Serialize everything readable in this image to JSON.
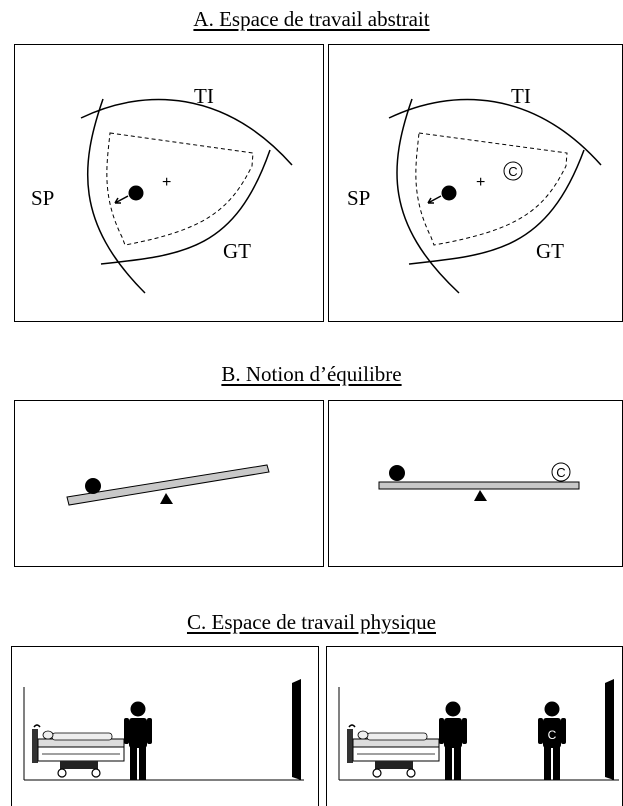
{
  "sections": {
    "a": {
      "title": "A. Espace de travail abstrait"
    },
    "b": {
      "title": "B. Notion d’équilibre"
    },
    "c": {
      "title": "C. Espace de travail physique"
    }
  },
  "workspace_labels": {
    "ti": "TI",
    "sp": "SP",
    "gt": "GT",
    "plus": "+"
  },
  "marker": {
    "c": "C"
  },
  "icons": [
    "ball-icon",
    "fulcrum-icon",
    "copyright-c-icon",
    "person-icon",
    "hospital-bed-icon",
    "door-icon"
  ]
}
